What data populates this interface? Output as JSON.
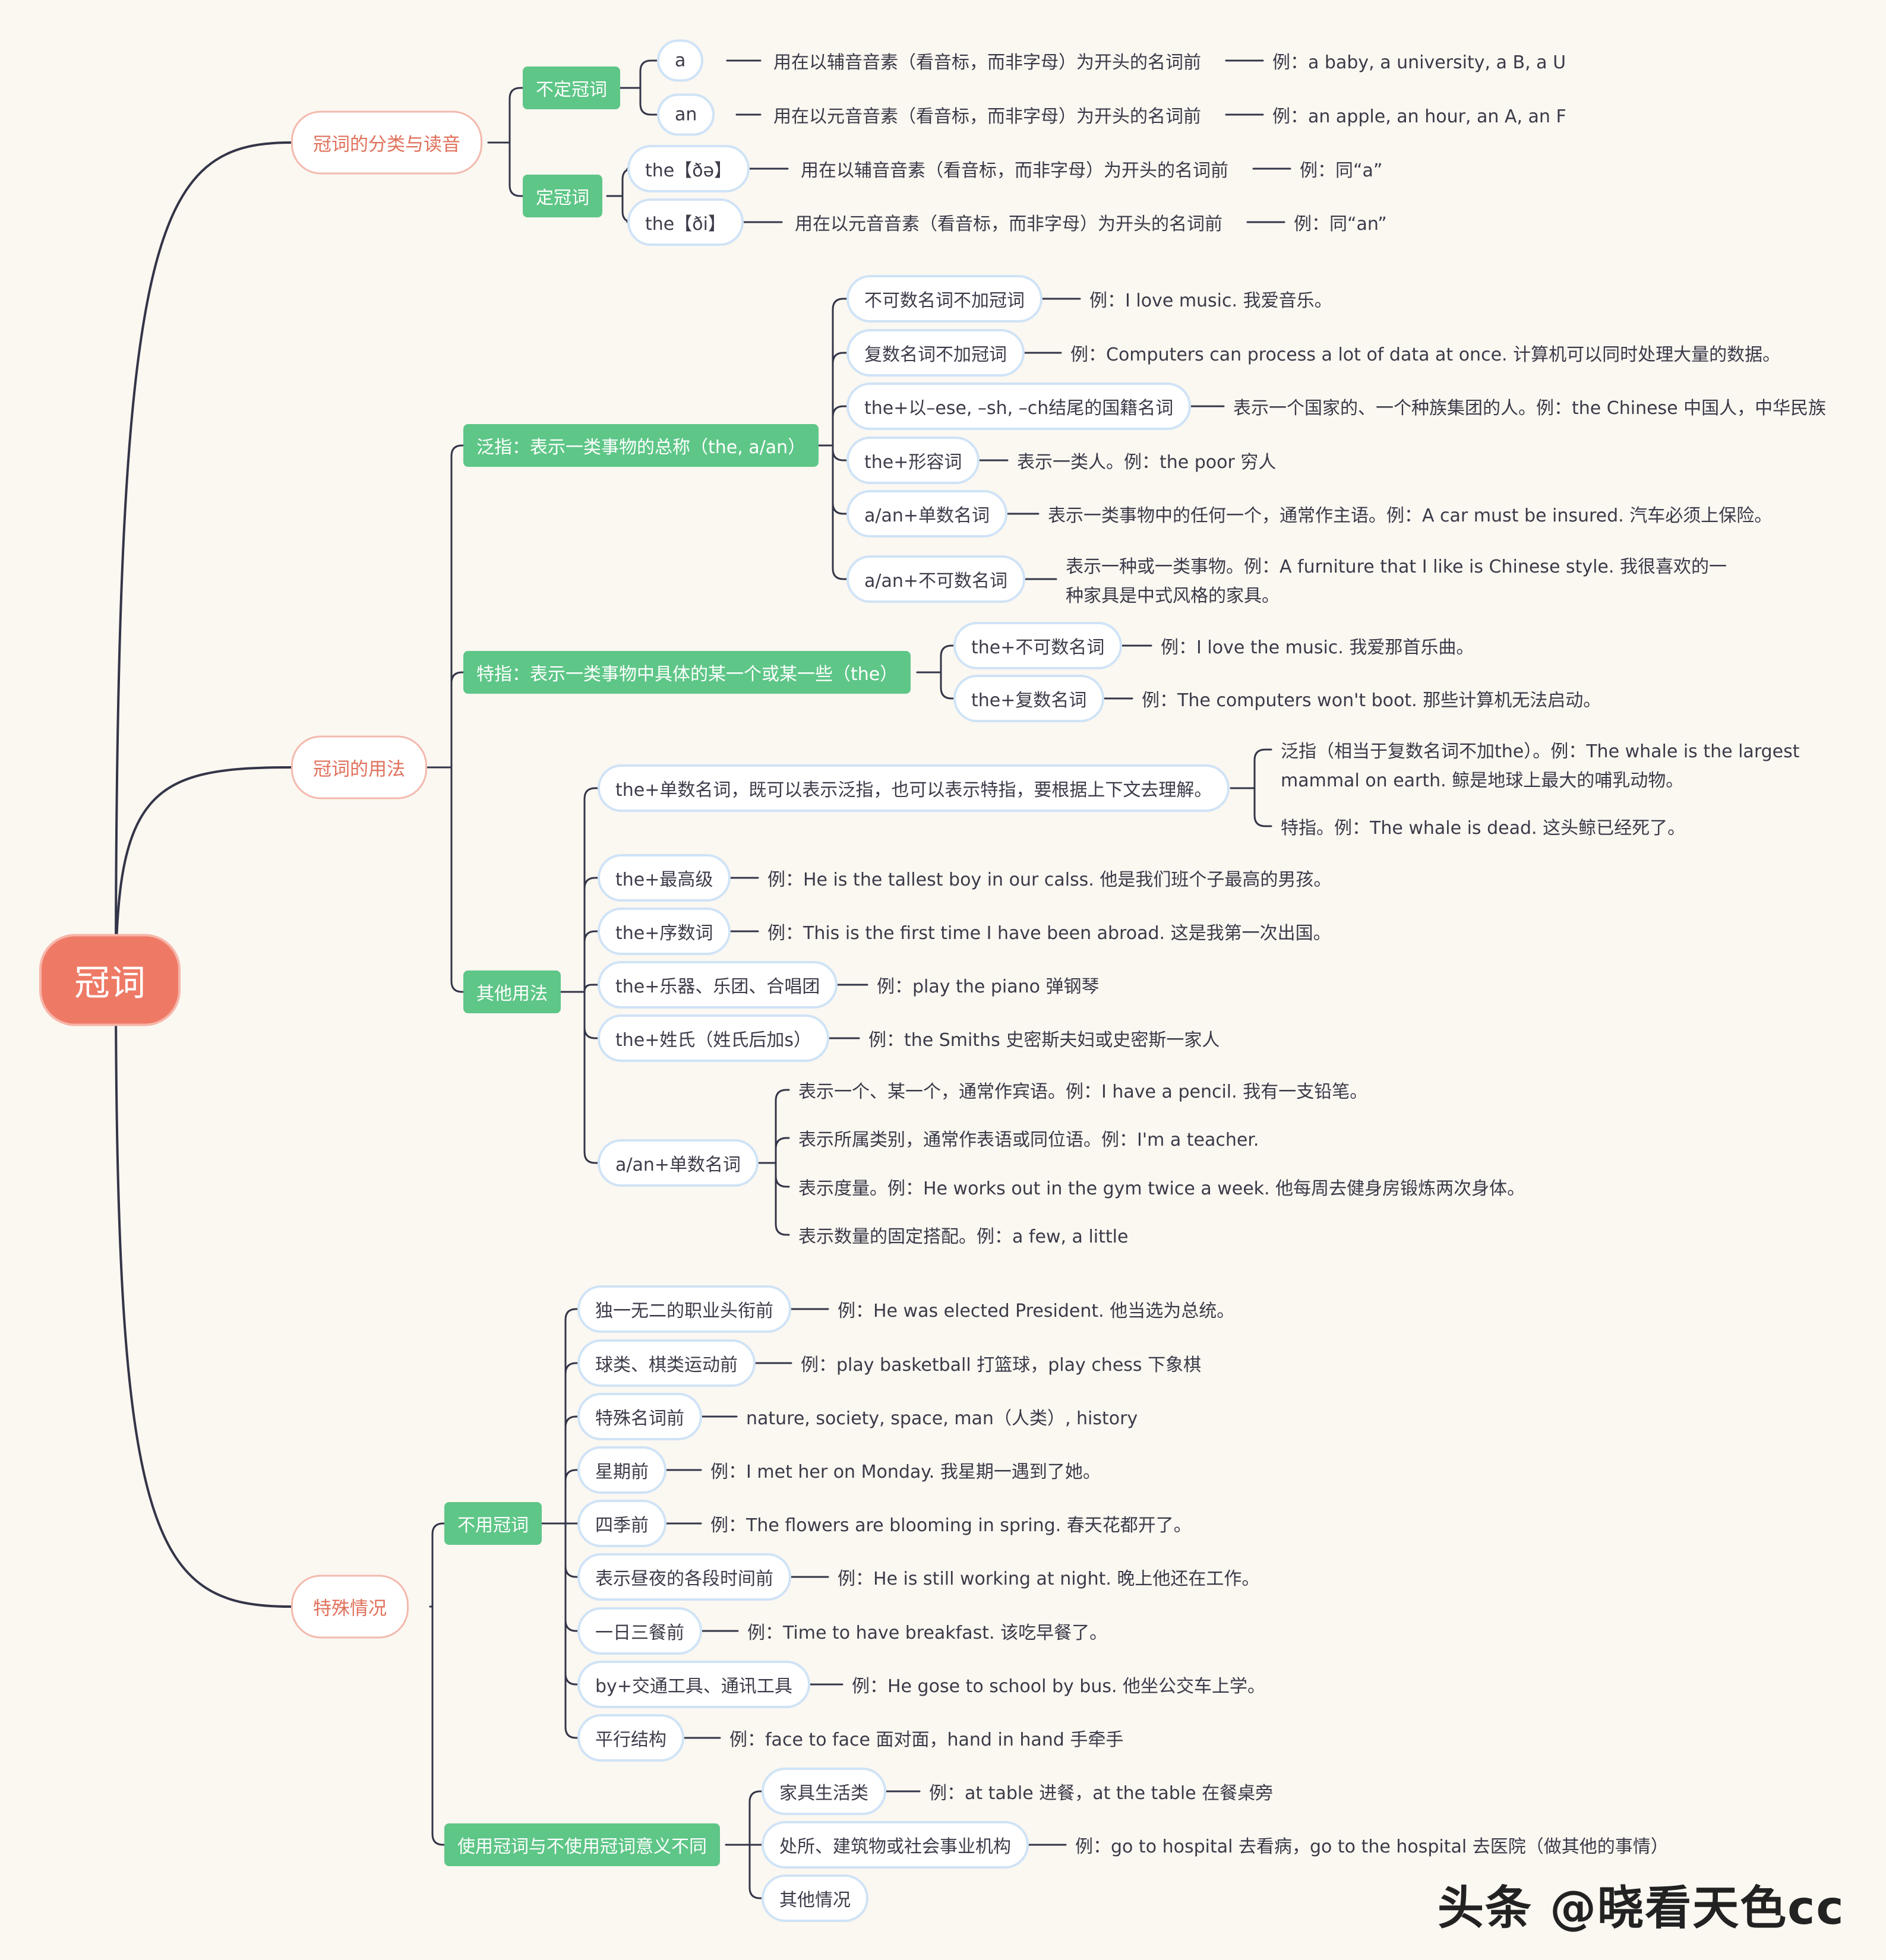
{
  "root": "冠词",
  "cat": {
    "classification": "冠词的分类与读音",
    "usage": "冠词的用法",
    "special": "特殊情况"
  },
  "cls": {
    "indefinite": "不定冠词",
    "definite": "定冠词",
    "a": "a",
    "an": "an",
    "the1": "the【ðə】",
    "the2": "the【ði】",
    "a_desc": "用在以辅音音素（看音标，而非字母）为开头的名词前",
    "an_desc": "用在以元音音素（看音标，而非字母）为开头的名词前",
    "the1_desc": "用在以辅音音素（看音标，而非字母）为开头的名词前",
    "the2_desc": "用在以元音音素（看音标，而非字母）为开头的名词前",
    "a_ex": "例：a baby, a university, a B, a U",
    "an_ex": "例：an apple, an hour, an A, an F",
    "the1_ex": "例：同“a”",
    "the2_ex": "例：同“an”"
  },
  "generic": {
    "label": "泛指：表示一类事物的总称（the, a/an）",
    "items": [
      {
        "k": "不可数名词不加冠词",
        "v": "例：I love music. 我爱音乐。"
      },
      {
        "k": "复数名词不加冠词",
        "v": "例：Computers can process a lot of data at once. 计算机可以同时处理大量的数据。"
      },
      {
        "k": "the+以–ese, –sh, –ch结尾的国籍名词",
        "v": "表示一个国家的、一个种族集团的人。例：the Chinese 中国人，中华民族"
      },
      {
        "k": "the+形容词",
        "v": "表示一类人。例：the poor 穷人"
      },
      {
        "k": "a/an+单数名词",
        "v": "表示一类事物中的任何一个，通常作主语。例：A car must be insured. 汽车必须上保险。"
      },
      {
        "k": "a/an+不可数名词",
        "v1": "表示一种或一类事物。例：A furniture that I like is Chinese style. 我很喜欢的一",
        "v2": "种家具是中式风格的家具。"
      }
    ]
  },
  "specific": {
    "label": "特指：表示一类事物中具体的某一个或某一些（the）",
    "items": [
      {
        "k": "the+不可数名词",
        "v": "例：I love the music. 我爱那首乐曲。"
      },
      {
        "k": "the+复数名词",
        "v": "例：The computers won't boot. 那些计算机无法启动。"
      }
    ]
  },
  "other": {
    "label": "其他用法",
    "singular": {
      "k": "the+单数名词，既可以表示泛指，也可以表示特指，要根据上下文去理解。",
      "v1a": "泛指（相当于复数名词不加the）。例：The whale is the largest",
      "v1b": "mammal on earth. 鲸是地球上最大的哺乳动物。",
      "v2": "特指。例：The whale is dead. 这头鲸已经死了。"
    },
    "items": [
      {
        "k": "the+最高级",
        "v": "例：He is the tallest boy in our calss. 他是我们班个子最高的男孩。"
      },
      {
        "k": "the+序数词",
        "v": "例：This is the first time I have been abroad. 这是我第一次出国。"
      },
      {
        "k": "the+乐器、乐团、合唱团",
        "v": "例：play the piano 弹钢琴"
      },
      {
        "k": "the+姓氏（姓氏后加s）",
        "v": "例：the Smiths 史密斯夫妇或史密斯一家人"
      }
    ],
    "aan": {
      "k": "a/an+单数名词",
      "v": [
        "表示一个、某一个，通常作宾语。例：I have a pencil. 我有一支铅笔。",
        "表示所属类别，通常作表语或同位语。例：I'm a teacher.",
        "表示度量。例：He works out in the gym twice a week. 他每周去健身房锻炼两次身体。",
        "表示数量的固定搭配。例：a few, a little"
      ]
    }
  },
  "noart": {
    "label": "不用冠词",
    "items": [
      {
        "k": "独一无二的职业头衔前",
        "v": "例：He was elected President. 他当选为总统。"
      },
      {
        "k": "球类、棋类运动前",
        "v": "例：play basketball 打篮球，play chess 下象棋"
      },
      {
        "k": "特殊名词前",
        "v": "nature, society, space, man（人类）, history"
      },
      {
        "k": "星期前",
        "v": "例：I met her on Monday. 我星期一遇到了她。"
      },
      {
        "k": "四季前",
        "v": "例：The flowers are blooming in spring. 春天花都开了。"
      },
      {
        "k": "表示昼夜的各段时间前",
        "v": "例：He is still working at night. 晚上他还在工作。"
      },
      {
        "k": "一日三餐前",
        "v": "例：Time to have breakfast. 该吃早餐了。"
      },
      {
        "k": "by+交通工具、通讯工具",
        "v": "例：He gose to school by bus. 他坐公交车上学。"
      },
      {
        "k": "平行结构",
        "v": "例：face to face 面对面，hand in hand 手牵手"
      }
    ]
  },
  "diff": {
    "label": "使用冠词与不使用冠词意义不同",
    "items": [
      {
        "k": "家具生活类",
        "v": "例：at table 进餐，at the table 在餐桌旁"
      },
      {
        "k": "处所、建筑物或社会事业机构",
        "v": "例：go to hospital 去看病，go to the hospital 去医院（做其他的事情）"
      },
      {
        "k": "其他情况",
        "v": ""
      }
    ]
  },
  "watermark": "头条 @晓看天色cc"
}
